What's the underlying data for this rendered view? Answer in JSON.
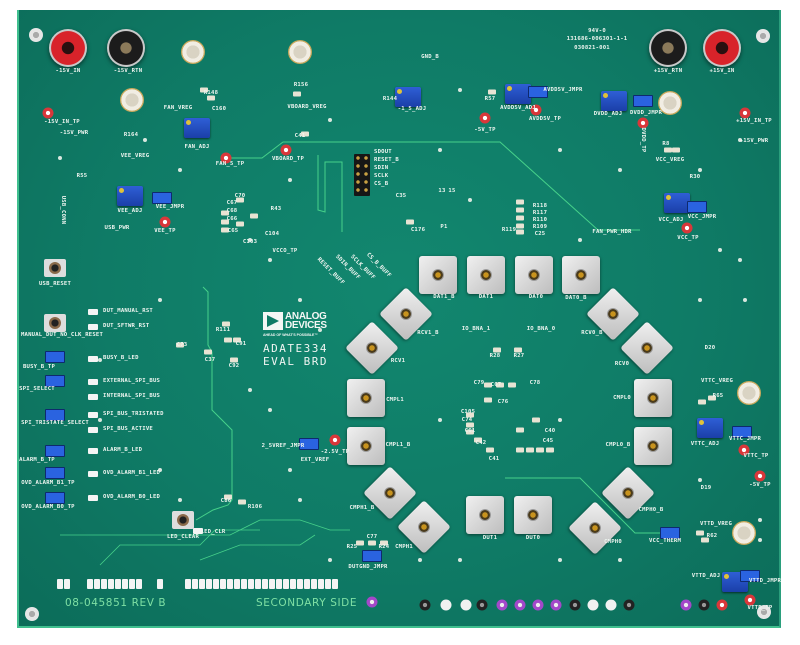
{
  "board": {
    "title": "ADATE334",
    "subtitle": "EVAL BRD",
    "logo": {
      "line1": "ANALOG",
      "line2": "DEVICES",
      "tagline": "AHEAD OF WHAT'S POSSIBLE™"
    },
    "part_number": "08-045851 REV B",
    "side": "SECONDARY SIDE",
    "fab_marks": [
      "94V-0",
      "131686-006301-1-1",
      "030821-001"
    ],
    "colors": {
      "solder_mask": "#0f7b66",
      "silkscreen": "#eef5f0",
      "copper_text": "#7fe0a4"
    }
  },
  "labels": {
    "neg15v_in": "-15V_IN",
    "neg15v_rtn": "-15V_RTN",
    "pos15v_rtn": "+15V_RTN",
    "pos15v_in": "+15V_IN",
    "neg15v_in_tp": "-15V_IN_TP",
    "neg15v_pwr": "-15V_PWR",
    "r164": "R164",
    "vee_vreg": "VEE_VREG",
    "r55": "R55",
    "usb_conn": "USB_CONN",
    "usb_pwr": "USB_PWR",
    "vee_adj": "VEE_ADJ",
    "vee_jmpr": "VEE_JMPR",
    "vee_tp": "VEE_TP",
    "fan_vreg": "FAN_VREG",
    "r148": "R148",
    "c160": "C160",
    "fan_adj": "FAN_ADJ",
    "fan_5_tp": "FAN_5_TP",
    "vboard_tp": "VBOARD_TP",
    "r156": "R156",
    "vboard_vreg": "VBOARD_VREG",
    "c41a": "C41",
    "r144": "R144",
    "adj_1_5": "-1_5_ADJ",
    "gnd_b": "GND_B",
    "r57": "R57",
    "avdd5v_adj": "AVDD5V_ADJ",
    "avdd5v_jmpr": "AVDD5V_JMPR",
    "avdd5v_tp": "AVDD5V_TP",
    "neg5v_tp_top": "-5V_TP",
    "dvdd_adj": "DVDD_ADJ",
    "dvdd_jmpr": "DVDD_JMPR",
    "dvdd_tp": "DVDD_TP",
    "r8": "R8",
    "vcc_vreg": "VCC_VREG",
    "r30": "R30",
    "pos15v_in_tp": "+15V_IN_TP",
    "pos15v_pwr": "+15V_PWR",
    "vcc_adj": "VCC_ADJ",
    "vcc_jmpr": "VCC_JMPR",
    "vcc_tp": "VCC_TP",
    "fan_pwr_hdr": "FAN_PWR_HDR",
    "sdout": "SDOUT",
    "reset_b": "RESET_B",
    "sdin": "SDIN",
    "sclk": "SCLK",
    "cs_b": "CS_B",
    "c35": "C35",
    "c70": "C70",
    "c67": "C67",
    "c68": "C68",
    "c66": "C66",
    "c65": "C65",
    "c103": "C103",
    "c104": "C104",
    "r43": "R43",
    "vcco_tp": "VCCO_TP",
    "r118": "R118",
    "r117": "R117",
    "r110": "R110",
    "r109": "R109",
    "c25": "C25",
    "r119": "R119",
    "c176": "C176",
    "p1": "P1",
    "pin13": "13",
    "pin15": "15",
    "reset_buff": "RESET_BUFF",
    "sdin_buff": "SDIN_BUFF",
    "sclk_buff": "SCLK_BUFF",
    "cs_b_buff": "CS_B_BUFF",
    "usb_reset": "USB_RESET",
    "manual_reset": "MANUAL_DUT_NO_CLK_RESET",
    "dut_manual_rst": "DUT_MANUAL_RST",
    "dut_sftwr_rst": "DUT_SFTWR_RST",
    "busy_b_led": "BUSY_B_LED",
    "external_spi_bus": "EXTERNAL_SPI_BUS",
    "internal_spi_bus": "INTERNAL_SPI_BUS",
    "spi_bus_tristated": "SPI_BUS_TRISTATED",
    "spi_bus_active": "SPI_BUS_ACTIVE",
    "alarm_b_led": "ALARM_B_LED",
    "ovd_alarm_b1_led": "OVD_ALARM_B1_LED",
    "ovd_alarm_b0_led": "OVD_ALARM_B0_LED",
    "busy_b_tp": "BUSY_B_TP",
    "spi_select": "SPI_SELECT",
    "spi_tristate_select": "SPI_TRISTATE_SELECT",
    "alarm_b_tp": "ALARM_B_TP",
    "ovd_alarm_b1_tp": "OVD_ALARM_B1_TP",
    "ovd_alarm_b0_tp": "OVD_ALARM_B0_TP",
    "r111": "R111",
    "c73": "C73",
    "c37": "C37",
    "c91": "C91",
    "c92": "C92",
    "vref_jmpr": "2_5VREF_JMPR",
    "neg2_5v_tp": "-2.5V_TP",
    "ext_vref": "EXT_VREF",
    "c86": "C86",
    "r106": "R106",
    "led_clear": "LED_CLEAR",
    "led_clr": "LED_CLR",
    "c77": "C77",
    "r25": "R25",
    "r24": "R24",
    "dutgnd_jmpr": "DUTGND_JMPR",
    "dat1_b": "DAT1_B",
    "dat1": "DAT1",
    "dat0": "DAT0",
    "dat0_b": "DAT0_B",
    "rcv1_b": "RCV1_B",
    "rcv1": "RCV1",
    "rcv0_b": "RCV0_B",
    "rcv0": "RCV0",
    "cmpl1": "CMPL1",
    "cmpl1_b": "CMPL1_B",
    "cmpl0": "CMPL0",
    "cmpl0_b": "CMPL0_B",
    "cmph1_b": "CMPH1_B",
    "cmph1": "CMPH1",
    "cmph0": "CMPH0",
    "cmph0_b": "CMPH0_B",
    "dut1": "DUT1",
    "dut0": "DUT0",
    "io_bna_1": "IO_BNA_1",
    "io_bna_0": "IO_BNA_0",
    "r28": "R28",
    "r27": "R27",
    "c79": "C79",
    "c67b": "C67",
    "c76": "C76",
    "c78": "C78",
    "c105": "C105",
    "c74": "C74",
    "c61": "C61",
    "c42": "C42",
    "c41b": "C41",
    "c40": "C40",
    "c45": "C45",
    "d20": "D20",
    "vttc_vreg": "VTTC_VREG",
    "r65": "R65",
    "vttc_adj": "VTTC_ADJ",
    "vttc_jmpr": "VTTC_JMPR",
    "vttc_tp": "VTTC_TP",
    "neg5v_tp_right": "-5V_TP",
    "d19": "D19",
    "vttd_vreg": "VTTD_VREG",
    "r62": "R62",
    "vcc_therm": "VCC_THERM",
    "vttd_adj": "VTTD_ADJ",
    "vttd_jmpr": "VTTD_JMPR",
    "vttd_tp": "VTTD_TP"
  }
}
